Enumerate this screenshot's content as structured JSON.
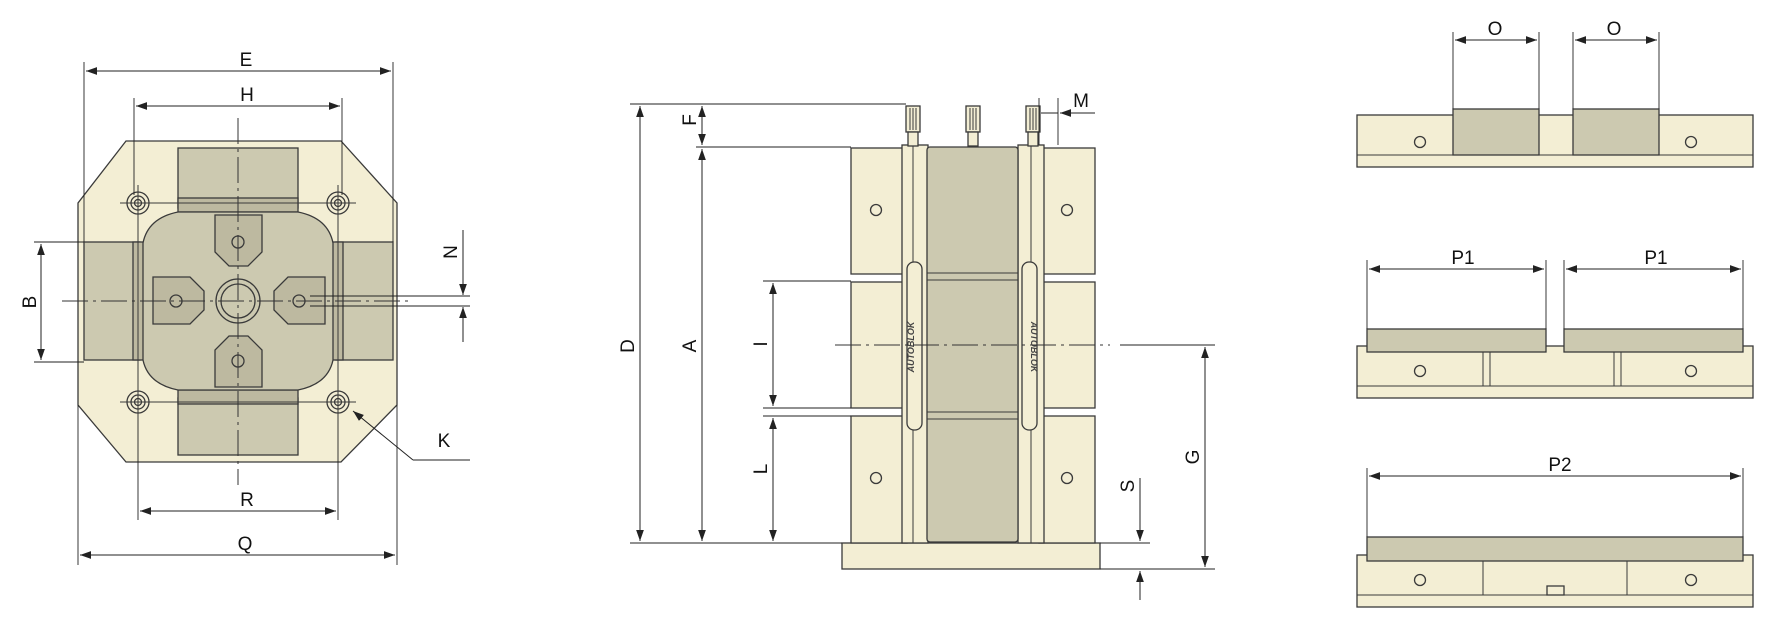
{
  "labels": {
    "E": "E",
    "H": "H",
    "B": "B",
    "N": "N",
    "K": "K",
    "R": "R",
    "Q": "Q",
    "D": "D",
    "F": "F",
    "A": "A",
    "I": "I",
    "L": "L",
    "M": "M",
    "G": "G",
    "S": "S",
    "O1": "O",
    "O2": "O",
    "P1a": "P1",
    "P1b": "P1",
    "P2": "P2"
  },
  "logo_text": "AUTOBLOK",
  "colors": {
    "body": "#f3eed4",
    "jaw": "#ccc9b0",
    "line": "#3a3a3a"
  }
}
